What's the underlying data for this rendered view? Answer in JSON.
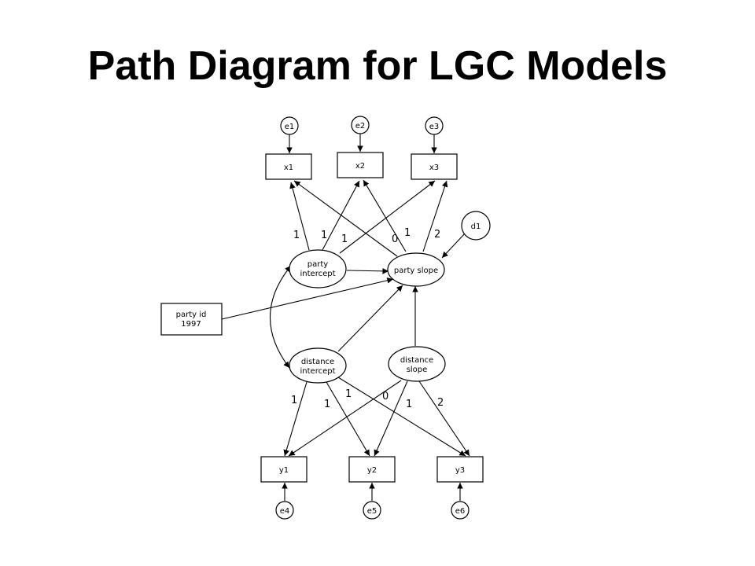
{
  "title": "Path Diagram for LGC Models",
  "nodes": {
    "e1": [
      "e1"
    ],
    "e2": [
      "e2"
    ],
    "e3": [
      "e3"
    ],
    "x1": [
      "x1"
    ],
    "x2": [
      "x2"
    ],
    "x3": [
      "x3"
    ],
    "d1": [
      "d1"
    ],
    "party_intercept": [
      "party",
      "intercept"
    ],
    "party_slope": [
      "party slope"
    ],
    "party_id": [
      "party id",
      "1997"
    ],
    "distance_intercept": [
      "distance",
      "intercept"
    ],
    "distance_slope": [
      "distance",
      "slope"
    ],
    "y1": [
      "y1"
    ],
    "y2": [
      "y2"
    ],
    "y3": [
      "y3"
    ],
    "e4": [
      "e4"
    ],
    "e5": [
      "e5"
    ],
    "e6": [
      "e6"
    ]
  },
  "path_labels": {
    "pi_x1": "1",
    "pi_x2": "1",
    "pi_x3": "1",
    "ps_x1": "0",
    "ps_x2": "1",
    "ps_x3": "2",
    "di_y1": "1",
    "di_y2": "1",
    "di_y3": "1",
    "ds_y1": "0",
    "ds_y2": "1",
    "ds_y3": "2"
  }
}
